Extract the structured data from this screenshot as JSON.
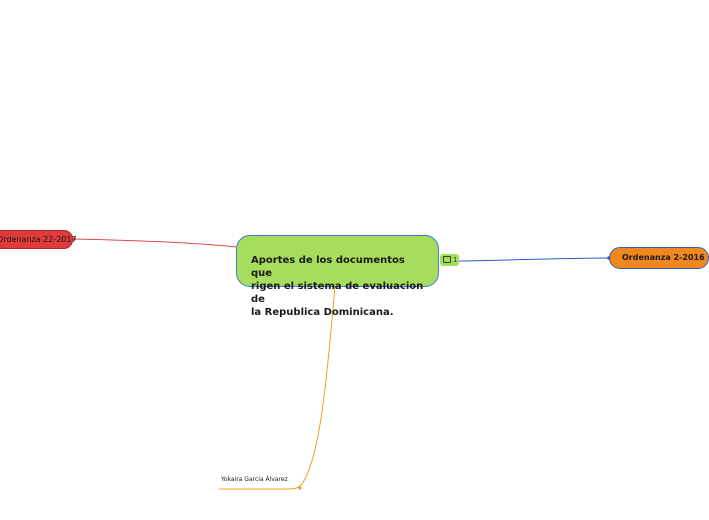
{
  "central_topic": {
    "text": "Aportes de los documentos que\nrigen el sistema de evaluacion de\nla Republica Dominicana.",
    "comment_count": "1"
  },
  "branches": {
    "left": {
      "label": "Ordenanza 22-2017"
    },
    "right": {
      "label": "Ordenanza 2-2016"
    },
    "bottom": {
      "label": "Yokaira  Garcia  Álvarez"
    }
  },
  "colors": {
    "central_fill": "#a7dc5c",
    "central_border": "#3a7bd5",
    "left_fill": "#df3b3b",
    "left_link": "#d94a4a",
    "right_fill": "#f0881f",
    "right_link": "#2f5fbf",
    "bottom_link": "#f0a020"
  }
}
